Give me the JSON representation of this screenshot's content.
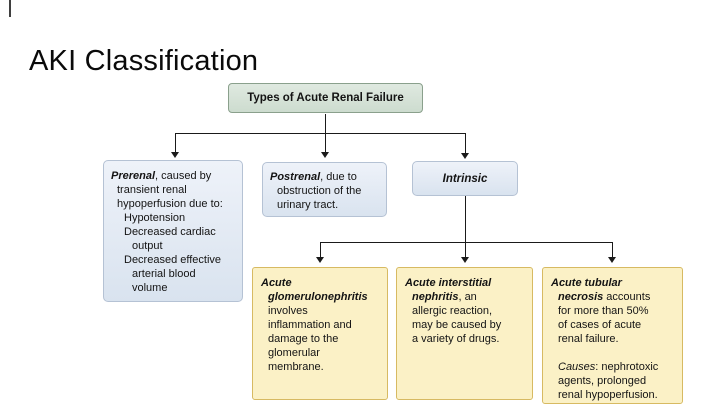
{
  "slide": {
    "title": "AKI Classification"
  },
  "colors": {
    "root_bg_top": "#dfe9e0",
    "root_bg": "#cddccf",
    "root_border": "#8aa08c",
    "blue_bg_top": "#eef2f9",
    "blue_bg": "#d9e3ef",
    "blue_border": "#b5c2d4",
    "yellow_bg": "#fbf1c6",
    "yellow_border": "#d7ba62",
    "line_color": "#1a1a1a"
  },
  "diagram": {
    "root": {
      "label": "Types of Acute Renal Failure"
    },
    "prerenal": {
      "lines": [
        {
          "em": "Prerenal",
          "t": ", caused by",
          "ind": 0
        },
        {
          "t": "transient renal",
          "ind": 6
        },
        {
          "t": "hypoperfusion due to:",
          "ind": 6
        },
        {
          "t": "Hypotension",
          "ind": 13
        },
        {
          "t": "Decreased cardiac",
          "ind": 13
        },
        {
          "t": "output",
          "ind": 21
        },
        {
          "t": "Decreased effective",
          "ind": 13
        },
        {
          "t": "arterial blood",
          "ind": 21
        },
        {
          "t": "volume",
          "ind": 21
        }
      ]
    },
    "postrenal": {
      "lines": [
        {
          "em": "Postrenal",
          "t": ", due to",
          "ind": 0
        },
        {
          "t": "obstruction of the",
          "ind": 7
        },
        {
          "t": "urinary tract.",
          "ind": 7
        }
      ]
    },
    "intrinsic": {
      "label": "Intrinsic"
    },
    "glomerulonephritis": {
      "lines": [
        {
          "em": "Acute",
          "ind": 0
        },
        {
          "em": "glomerulonephritis",
          "ind": 7
        },
        {
          "t": "involves",
          "ind": 7
        },
        {
          "t": "inflammation and",
          "ind": 7
        },
        {
          "t": "damage to the",
          "ind": 7
        },
        {
          "t": "glomerular",
          "ind": 7
        },
        {
          "t": "membrane.",
          "ind": 7
        }
      ]
    },
    "interstitial": {
      "lines": [
        {
          "em": "Acute interstitial",
          "ind": 0
        },
        {
          "em": "nephritis",
          "t": ", an",
          "ind": 7
        },
        {
          "t": "allergic reaction,",
          "ind": 7
        },
        {
          "t": "may be caused by",
          "ind": 7
        },
        {
          "t": "a variety of drugs.",
          "ind": 7
        }
      ]
    },
    "tubular": {
      "lines": [
        {
          "em": "Acute tubular",
          "ind": 0
        },
        {
          "em": "necrosis",
          "t": " accounts",
          "ind": 7
        },
        {
          "t": "for more than 50%",
          "ind": 7
        },
        {
          "t": "of cases of acute",
          "ind": 7
        },
        {
          "t": "renal failure.",
          "ind": 7
        },
        {
          "blank": true
        },
        {
          "it": "Causes",
          "t": ": nephrotoxic",
          "ind": 7
        },
        {
          "t": "agents, prolonged",
          "ind": 7
        },
        {
          "t": "renal hypoperfusion.",
          "ind": 7
        }
      ]
    }
  }
}
